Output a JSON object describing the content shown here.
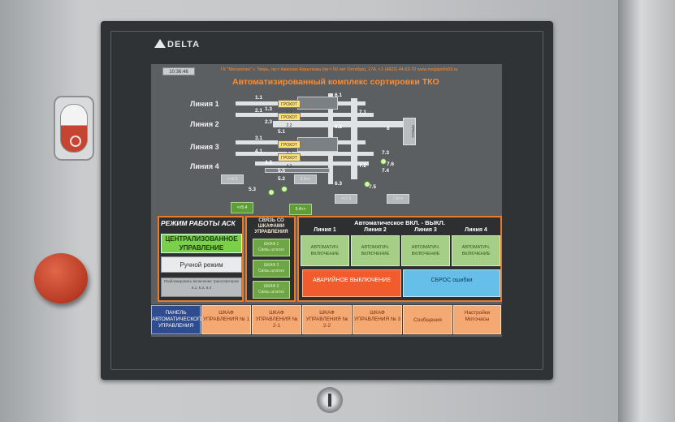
{
  "device": {
    "brand": "DELTA"
  },
  "screen": {
    "clock": "10:36:46",
    "company_banner": "ГК \"Мегаполис\" г. Тверь, пр-т Николая Корыткова (пр-т 50 лет Октября), 17А, т.1 (4822) 44-63-70 www.megapolis69.ru",
    "title": "Автоматизированный комплекс сортировки ТКО"
  },
  "mimic": {
    "line_labels": [
      "Линия 1",
      "Линия 2",
      "Линия 3",
      "Линия 4"
    ],
    "grokhots": [
      "ГРОХОТ 1.2",
      "ГРОХОТ 2.2",
      "ГРОХОТ 3.2",
      "ГРОХОТ 4.2"
    ],
    "points": [
      "1.1",
      "2.1",
      "1.3",
      "2.3",
      "3.1",
      "4.1",
      "4.3",
      "5.1",
      "5.5",
      "5.2",
      "5.3",
      "6.1",
      "6.2",
      "6.3",
      "7.1",
      "7.2",
      "7.3",
      "7.4",
      "7.5",
      "7.6",
      "8"
    ],
    "press_label": "ПРЕСС",
    "tags": [
      "<<6.3",
      "5.3>>",
      "<<7.5",
      "7.6>>"
    ],
    "green_tags": [
      "<<5.4",
      "5.4>>"
    ]
  },
  "mode_panel": {
    "title": "РЕЖИМ РАБОТЫ АСК",
    "central_label": "ЦЕНТРАЛИЗОВАННОЕ УПРАВЛЕНИЕ",
    "manual_label": "Ручной режим",
    "note": "Разблокировать включение транспортеров 6.1, 6.2, 6.3"
  },
  "link_panel": {
    "title": "СВЯЗЬ СО ШКАФАМИ УПРАВЛЕНИЯ",
    "items": [
      {
        "name": "ШКАФ 1",
        "status": "Связь штатно"
      },
      {
        "name": "ШКАФ 2",
        "status": "Связь штатно"
      },
      {
        "name": "ШКАФ 3",
        "status": "Связь штатно"
      }
    ]
  },
  "auto_panel": {
    "title": "Автоматическое ВКЛ. - ВЫКЛ.",
    "lines": [
      "Линия 1",
      "Линия 2",
      "Линия 3",
      "Линия 4"
    ],
    "auto_on_label": "АВТОМАТИЧ. ВКЛЮЧЕНИЕ",
    "emergency_label": "АВАРИЙНОЕ ВЫКЛЮЧЕНИЕ",
    "reset_label": "СБРОС ошибки"
  },
  "tabs": [
    {
      "label": "ПАНЕЛЬ АВТОМАТИЧЕСКОГО УПРАВЛЕНИЯ",
      "active": true
    },
    {
      "label": "ШКАФ УПРАВЛЕНИЯ № 1",
      "active": false
    },
    {
      "label": "ШКАФ УПРАВЛЕНИЯ № 2-1",
      "active": false
    },
    {
      "label": "ШКАФ УПРАВЛЕНИЯ № 2-2",
      "active": false
    },
    {
      "label": "ШКАФ УПРАВЛЕНИЯ № 3",
      "active": false
    },
    {
      "label": "Сообщения",
      "active": false
    },
    {
      "label": "Настройки Моточасы",
      "active": false
    }
  ],
  "colors": {
    "accent_orange": "#e77b2c",
    "tab_active": "#2f4c8f",
    "status_green": "#7bd04a",
    "alarm_red": "#f15c2c",
    "reset_blue": "#65bfe8"
  }
}
